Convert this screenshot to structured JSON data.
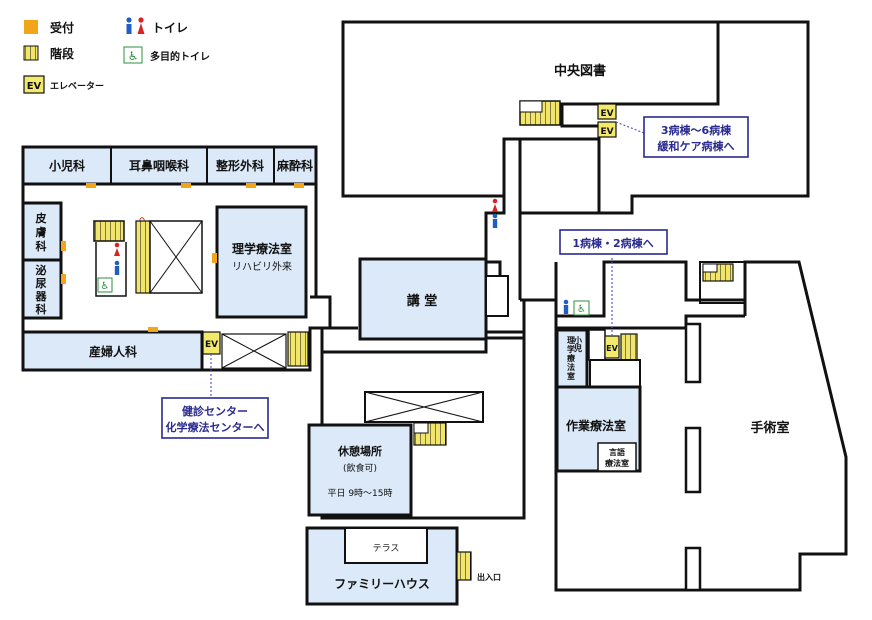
{
  "colors": {
    "room_fill": "#dbe9f8",
    "reception": "#f0a51a",
    "stair": "#f1e56b",
    "ev": "#f3ea6c",
    "toilet_male": "#1f5fc4",
    "toilet_female": "#d82323",
    "accessible": "#2f8f3f",
    "callout_border": "#2a2a8f",
    "callout_text": "#2a2a8f",
    "lead_line": "#5a5ac8"
  },
  "legend": {
    "reception": "受付",
    "stairs": "階段",
    "elevator_badge": "EV",
    "elevator": "エレベーター",
    "toilet": "トイレ",
    "accessible_toilet": "多目的トイレ"
  },
  "rooms": {
    "central_library": "中央図書",
    "pediatrics": "小児科",
    "ent": "耳鼻咽喉科",
    "orthopedics": "整形外科",
    "anesthesiology": "麻酔科",
    "dermatology": "皮膚科",
    "urology": "泌尿器科",
    "rehab_title": "理学療法室",
    "rehab_sub": "リハビリ外来",
    "lecture_hall": "講 堂",
    "obgyn": "産婦人科",
    "rest_title": "休憩場所",
    "rest_sub": "(飲食可)",
    "rest_hours": "平日 9時～15時",
    "terrace": "テラス",
    "family_house": "ファミリーハウス",
    "entrance": "出入口",
    "pediatric_rehab": [
      "小",
      "児",
      "理",
      "学",
      "療",
      "法",
      "室"
    ],
    "occupational_therapy": "作業療法室",
    "speech_line1": "言語",
    "speech_line2": "療法室",
    "operating_room": "手術室"
  },
  "elevator_labels": [
    "EV",
    "EV",
    "EV",
    "EV"
  ],
  "callouts": {
    "wards_3_6_line1": "3病棟～6病棟",
    "wards_3_6_line2": "緩和ケア病棟へ",
    "wards_1_2": "1病棟・2病棟へ",
    "health_line1": "健診センター",
    "health_line2": "化学療法センターへ"
  }
}
